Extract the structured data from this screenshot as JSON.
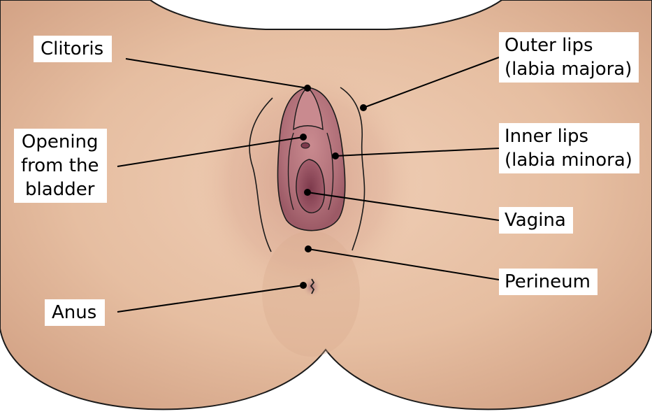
{
  "labels": {
    "clitoris": "Clitoris",
    "opening_line1": "Opening",
    "opening_line2": "from the",
    "opening_line3": "bladder",
    "anus": "Anus",
    "outer_line1": "Outer lips",
    "outer_line2": "(labia majora)",
    "inner_line1": "Inner lips",
    "inner_line2": "(labia minora)",
    "vagina": "Vagina",
    "perineum": "Perineum"
  },
  "colors": {
    "skin": "#e8c3a8",
    "skin_shadow": "#d9ab8f",
    "tissue": "#b7717a",
    "tissue_dark": "#8e4a58",
    "outline": "#1a1a1a"
  }
}
